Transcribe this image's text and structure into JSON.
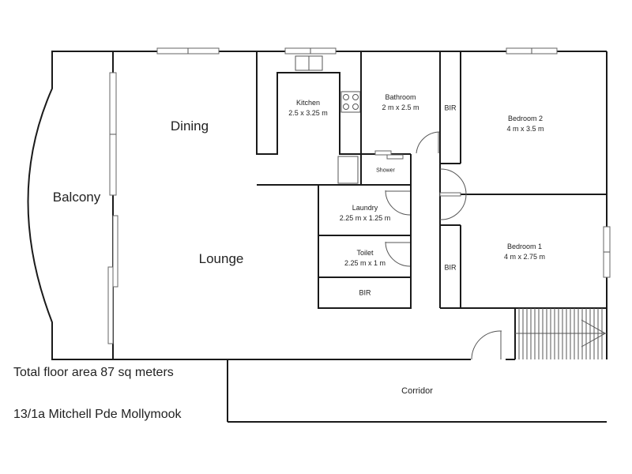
{
  "rooms": {
    "balcony": {
      "name": "Balcony"
    },
    "dining": {
      "name": "Dining"
    },
    "lounge": {
      "name": "Lounge"
    },
    "kitchen": {
      "name": "Kitchen",
      "size": "2.5 x 3.25 m"
    },
    "bathroom": {
      "name": "Bathroom",
      "size": "2 m x 2.5 m"
    },
    "shower": {
      "name": "Shower"
    },
    "laundry": {
      "name": "Laundry",
      "size": "2.25 m x 1.25 m"
    },
    "toilet": {
      "name": "Toilet",
      "size": "2.25 m x 1 m"
    },
    "bir_hall": {
      "name": "BIR"
    },
    "bir_bed2": {
      "name": "BIR"
    },
    "bir_bed1": {
      "name": "BIR"
    },
    "bedroom2": {
      "name": "Bedroom 2",
      "size": "4 m x 3.5 m"
    },
    "bedroom1": {
      "name": "Bedroom 1",
      "size": "4 m x 2.75 m"
    },
    "corridor": {
      "name": "Corridor"
    }
  },
  "notes": {
    "total_area": "Total floor area 87 sq meters",
    "address": "13/1a Mitchell Pde Mollymook"
  }
}
